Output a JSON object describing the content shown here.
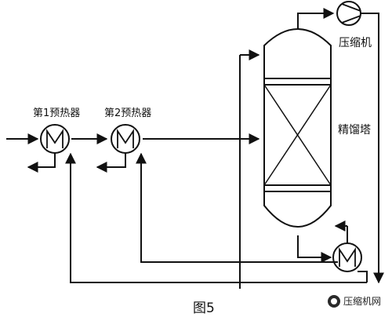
{
  "labels": {
    "preheater1": "第1预热器",
    "preheater2": "第2预热器",
    "compressor": "压缩机",
    "column": "精馏塔",
    "figure": "图5",
    "watermark": "压缩机网"
  },
  "symbols": {
    "heat_exchanger": "M"
  },
  "colors": {
    "line": "#111111",
    "background": "#ffffff"
  }
}
